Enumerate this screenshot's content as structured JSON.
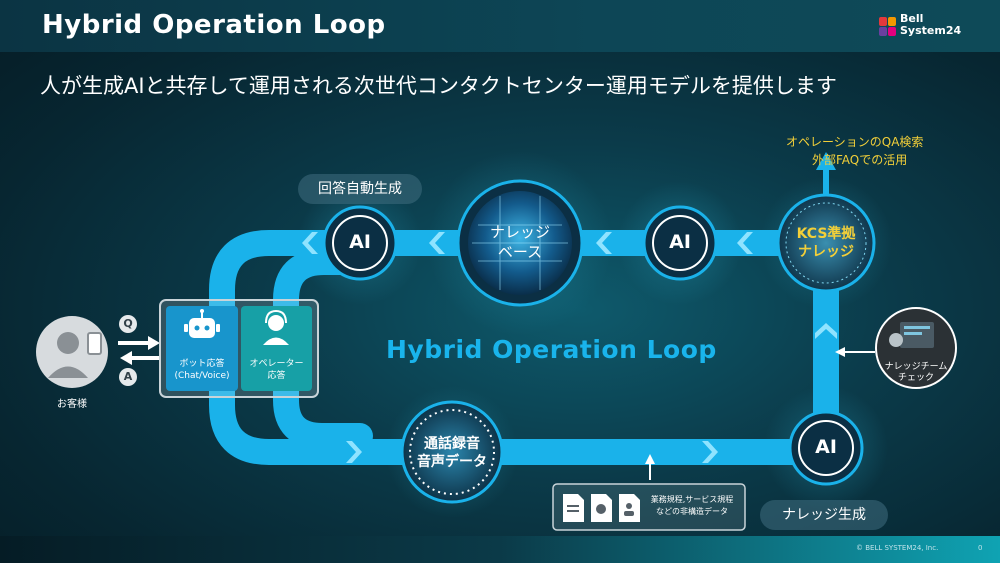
{
  "header": {
    "title": "Hybrid Operation Loop"
  },
  "logo": {
    "line1": "Bell",
    "line2": "System24"
  },
  "subtitle": "人が生成AIと共存して運用される次世代コンタクトセンター運用モデルを提供します",
  "diagram": {
    "loop_title": "Hybrid Operation Loop",
    "ai_label": "AI",
    "nodes": {
      "knowledge_base": {
        "line1": "ナレッジ",
        "line2": "ベース"
      },
      "kcs": {
        "line1": "KCS準拠",
        "line2": "ナレッジ"
      },
      "call_recording": {
        "line1": "通話録音",
        "line2": "音声データ"
      }
    },
    "pills": {
      "auto_answer": "回答自動生成",
      "knowledge_generation": "ナレッジ生成"
    },
    "top_right_note": {
      "line1": "オペレーションのQA検索",
      "line2": "外部FAQでの活用"
    },
    "customer": {
      "label": "お客様",
      "q": "Q",
      "a": "A"
    },
    "bot": {
      "line1": "ボット応答",
      "line2": "(Chat/Voice)"
    },
    "operator": {
      "line1": "オペレーター",
      "line2": "応答"
    },
    "team_check": {
      "line1": "ナレッジチーム",
      "line2": "チェック"
    },
    "docs": {
      "line1": "業務規程,サービス規程",
      "line2": "などの非構造データ"
    }
  },
  "footer": {
    "copyright": "© BELL SYSTEM24, Inc.",
    "page": "0"
  },
  "colors": {
    "loop": "#1ab2ea",
    "accent": "#f2cf39",
    "node_ring": "#0b2f44"
  }
}
